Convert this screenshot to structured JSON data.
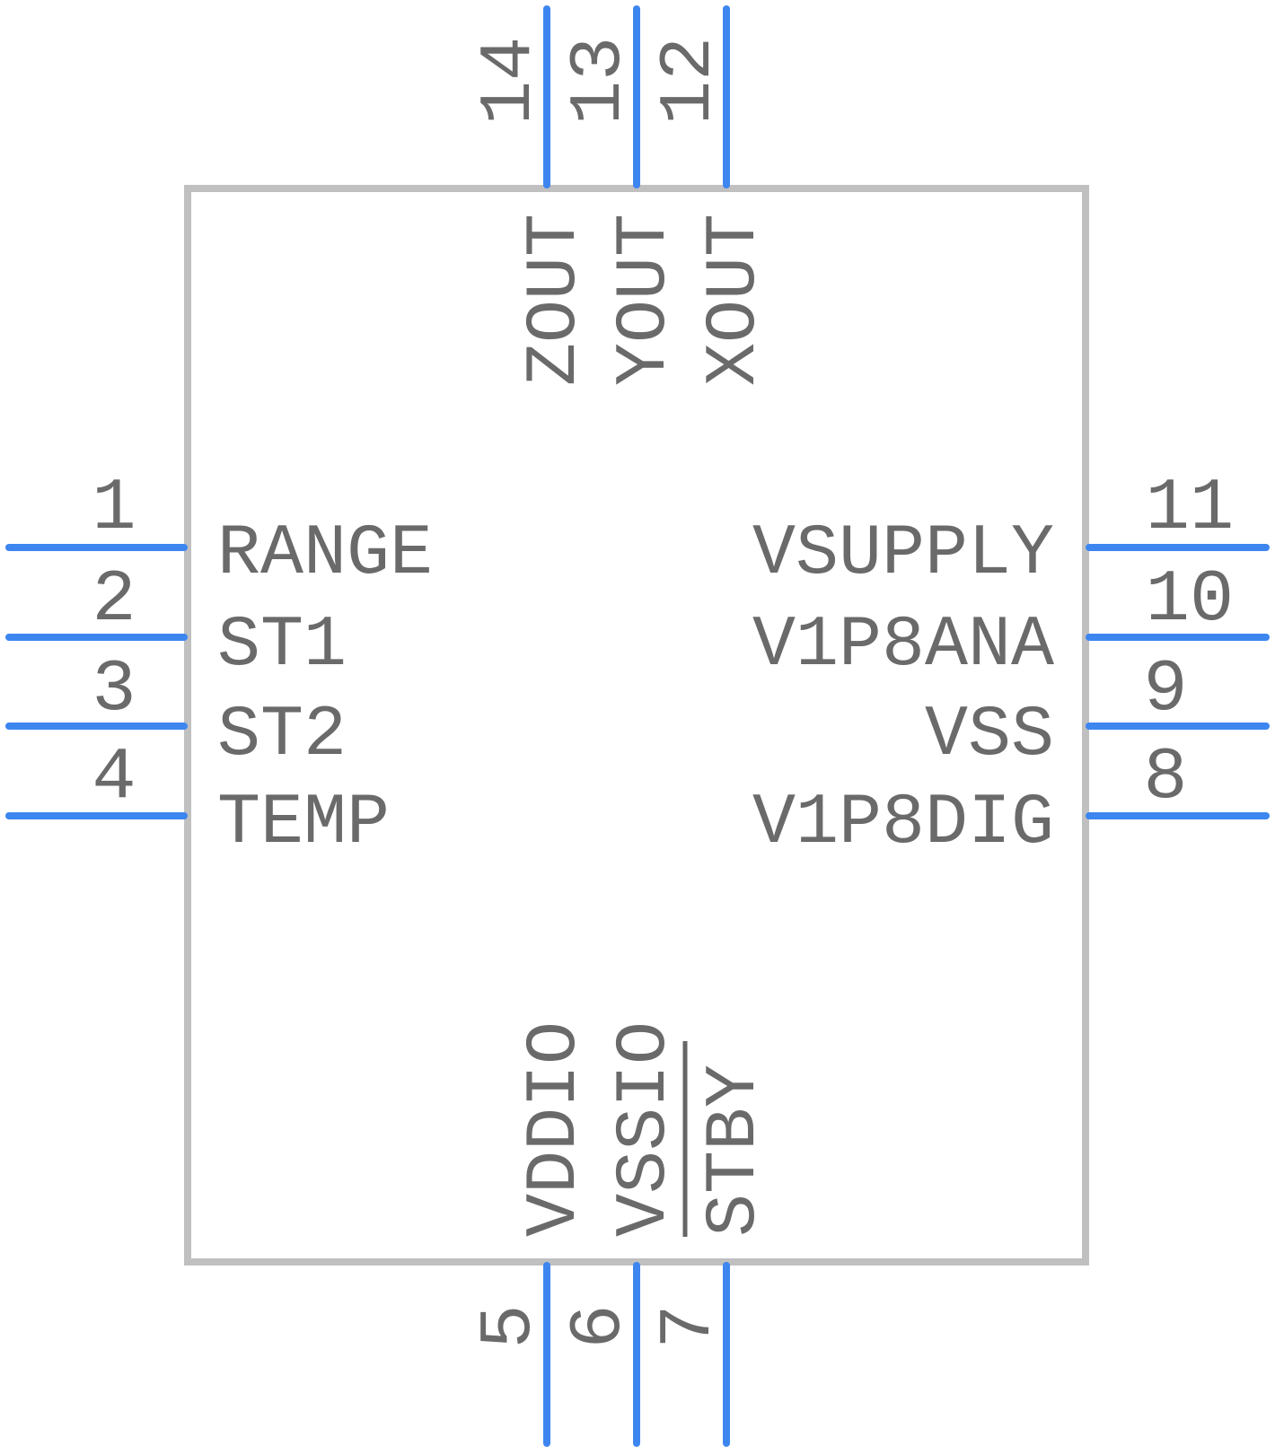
{
  "colors": {
    "pin": "#3d86f0",
    "body_outline": "#c0c0c0",
    "text": "#6a6a6a"
  },
  "pins": [
    {
      "number": "1",
      "name": "RANGE",
      "side": "left"
    },
    {
      "number": "2",
      "name": "ST1",
      "side": "left"
    },
    {
      "number": "3",
      "name": "ST2",
      "side": "left"
    },
    {
      "number": "4",
      "name": "TEMP",
      "side": "left"
    },
    {
      "number": "5",
      "name": "VDDIO",
      "side": "bottom"
    },
    {
      "number": "6",
      "name": "VSSIO",
      "side": "bottom"
    },
    {
      "number": "7",
      "name": "STBY",
      "side": "bottom",
      "active_low": true
    },
    {
      "number": "8",
      "name": "V1P8DIG",
      "side": "right"
    },
    {
      "number": "9",
      "name": "VSS",
      "side": "right"
    },
    {
      "number": "10",
      "name": "V1P8ANA",
      "side": "right"
    },
    {
      "number": "11",
      "name": "VSUPPLY",
      "side": "right"
    },
    {
      "number": "12",
      "name": "XOUT",
      "side": "top"
    },
    {
      "number": "13",
      "name": "YOUT",
      "side": "top"
    },
    {
      "number": "14",
      "name": "ZOUT",
      "side": "top"
    }
  ]
}
